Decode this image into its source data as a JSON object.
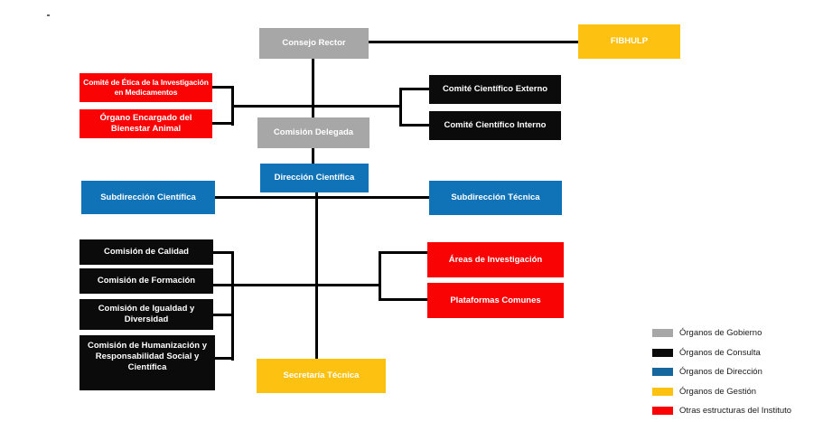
{
  "colors": {
    "gobierno": "#a7a7a7",
    "consulta": "#0b0b0b",
    "direccion": "#1173b7",
    "gestion": "#fdc112",
    "otras": "#fa0305",
    "connector": "#000000"
  },
  "nodes": {
    "consejo_rector": {
      "label": "Consejo Rector"
    },
    "fibhulp": {
      "label": "FIBHULP"
    },
    "comite_etica": {
      "label": "Comité de Ética de la Investigación en Medicamentos"
    },
    "organo_bienestar": {
      "label": "Órgano Encargado del Bienestar Animal"
    },
    "comision_delegada": {
      "label": "Comisión Delegada"
    },
    "comite_externo": {
      "label": "Comité Científico Externo"
    },
    "comite_interno": {
      "label": "Comité Científico Interno"
    },
    "direccion_cientifica": {
      "label": "Dirección Científica"
    },
    "subdireccion_cientifica": {
      "label": "Subdirección Científica"
    },
    "subdireccion_tecnica": {
      "label": "Subdirección Técnica"
    },
    "comision_calidad": {
      "label": "Comisión de Calidad"
    },
    "comision_formacion": {
      "label": "Comisión de Formación"
    },
    "comision_igualdad": {
      "label": "Comisión de Igualdad y Diversidad"
    },
    "comision_humanizacion": {
      "label": "Comisión de Humanización y Responsabilidad Social y Científica"
    },
    "areas_investigacion": {
      "label": "Áreas de Investigación"
    },
    "plataformas_comunes": {
      "label": "Plataformas Comunes"
    },
    "secretaria_tecnica": {
      "label": "Secretaría Técnica"
    }
  },
  "legend": {
    "items": [
      {
        "label": "Órganos de Gobierno",
        "color": "#a7a7a7"
      },
      {
        "label": "Órganos de Consulta",
        "color": "#0b0b0b"
      },
      {
        "label": "Órganos de Dirección",
        "color": "#15679e"
      },
      {
        "label": "Órganos de Gestión",
        "color": "#fdc112"
      },
      {
        "label": "Otras estructuras del Instituto",
        "color": "#fa0305"
      }
    ]
  }
}
